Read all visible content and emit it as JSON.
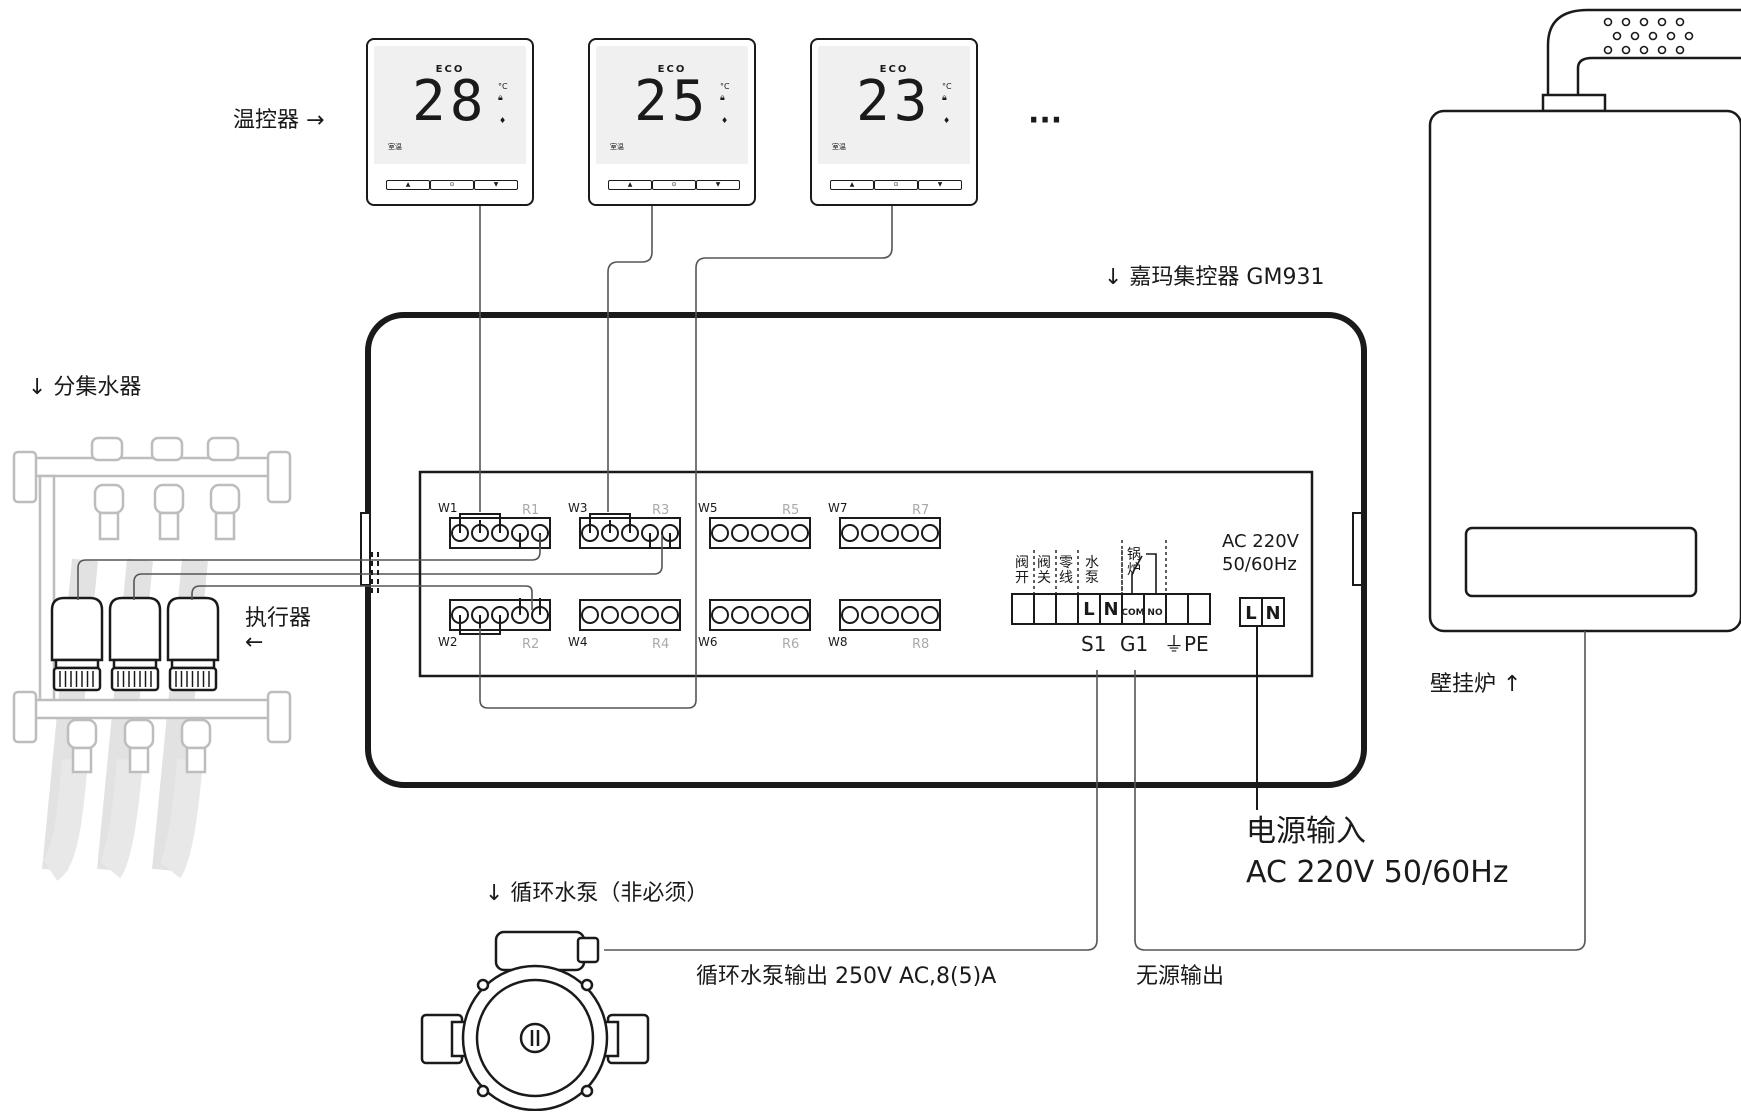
{
  "labels": {
    "thermostat": "温控器 →",
    "ellipsis": "···",
    "controller": "↓ 嘉玛集控器 GM931",
    "manifold": "↓ 分集水器",
    "actuator": "执行器",
    "actuator_arrow": "←",
    "boiler": "壁挂炉 ↑",
    "power_title": "电源输入",
    "power_spec": "AC 220V 50/60Hz",
    "pump": "↓ 循环水泵（非必须）",
    "pump_output": "循环水泵输出 250V AC,8(5)A",
    "dry_output": "无源输出"
  },
  "thermostats": [
    {
      "mode": "ECO",
      "temp": "28",
      "unit": "°C",
      "room": "室温"
    },
    {
      "mode": "ECO",
      "temp": "25",
      "unit": "°C",
      "room": "室温"
    },
    {
      "mode": "ECO",
      "temp": "23",
      "unit": "°C",
      "room": "室温"
    }
  ],
  "thermostat_buttons": [
    "▲",
    "⊙",
    "▼"
  ],
  "zones_top": [
    {
      "w": "W1",
      "r": "R1"
    },
    {
      "w": "W3",
      "r": "R3"
    },
    {
      "w": "W5",
      "r": "R5"
    },
    {
      "w": "W7",
      "r": "R7"
    }
  ],
  "zones_bottom": [
    {
      "w": "W2",
      "r": "R2"
    },
    {
      "w": "W4",
      "r": "R4"
    },
    {
      "w": "W6",
      "r": "R6"
    },
    {
      "w": "W8",
      "r": "R8"
    }
  ],
  "output_terminals": {
    "captions": [
      {
        "text": "阀开"
      },
      {
        "text": "阀关"
      },
      {
        "text": "零线"
      },
      {
        "text": "水泵"
      },
      {
        "text": "锅炉"
      }
    ],
    "cells": [
      "",
      "",
      "",
      "L",
      "N",
      "COM",
      "NO",
      "",
      ""
    ],
    "bottom": [
      "S1",
      "G1",
      "⏚PE"
    ]
  },
  "power_block": {
    "label_line1": "AC 220V",
    "label_line2": "50/60Hz",
    "cells": [
      "L",
      "N"
    ]
  },
  "colors": {
    "line": "#1a1a1a",
    "wire": "#555555",
    "manifold": "#bdbdbd",
    "panel": "#ffffff"
  }
}
